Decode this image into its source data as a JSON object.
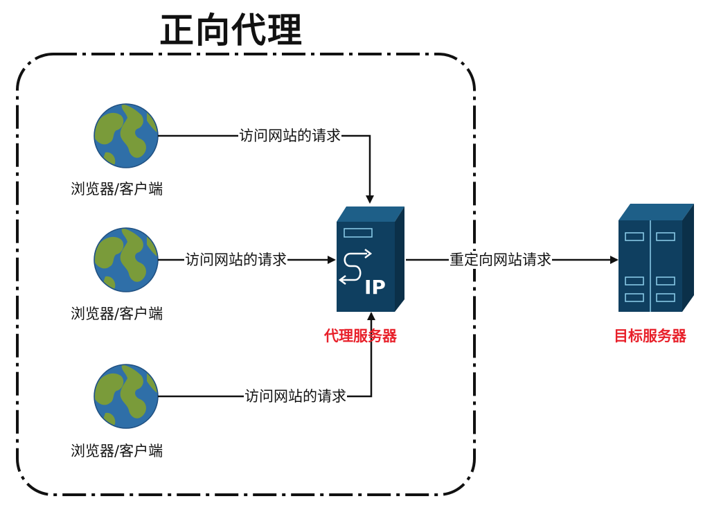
{
  "title": "正向代理",
  "clients": [
    {
      "label": "浏览器/客户端",
      "icon": "globe-icon"
    },
    {
      "label": "浏览器/客户端",
      "icon": "globe-icon"
    },
    {
      "label": "浏览器/客户端",
      "icon": "globe-icon"
    }
  ],
  "edges": {
    "client1_to_proxy": "访问网站的请求",
    "client2_to_proxy": "访问网站的请求",
    "client3_to_proxy": "访问网站的请求",
    "proxy_to_target": "重定向网站请求"
  },
  "proxy": {
    "label": "代理服务器",
    "badge": "IP",
    "icon": "proxy-server-icon"
  },
  "target": {
    "label": "目标服务器",
    "icon": "server-rack-icon"
  },
  "colors": {
    "server_dark": "#0f3f60",
    "server_side": "#0b3049",
    "server_accent": "#8fd1ee",
    "label_red": "#e8202a",
    "globe_ocean": "#2f6fa8",
    "globe_land": "#7a9b3a"
  }
}
